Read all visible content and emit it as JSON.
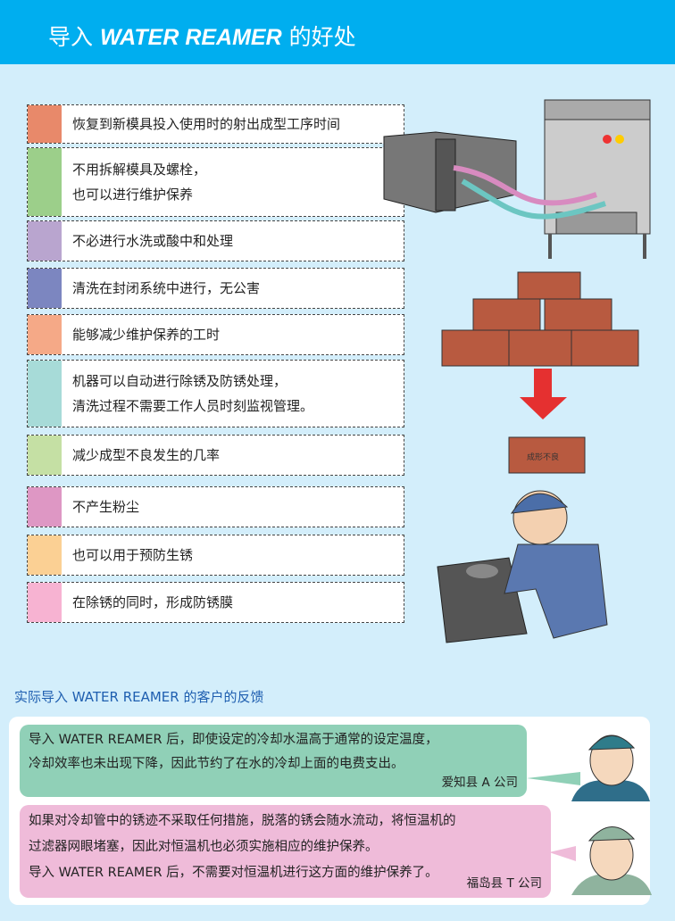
{
  "header": {
    "prefix": "导入 ",
    "brand": "WATER REAMER",
    "suffix": " 的好处"
  },
  "benefits": [
    {
      "text": "恢复到新模具投入使用时的射出成型工序时间",
      "color": "#e8896a"
    },
    {
      "text": "不用拆解模具及螺栓，\n也可以进行维护保养",
      "color": "#9ccf8a"
    },
    {
      "text": "不必进行水洗或酸中和处理",
      "color": "#b9a5cf"
    },
    {
      "text": "清洗在封闭系统中进行，无公害",
      "color": "#7c86c0"
    },
    {
      "text": "能够减少维护保养的工时",
      "color": "#f5a987"
    },
    {
      "text": "机器可以自动进行除锈及防锈处理，\n清洗过程不需要工作人员时刻监视管理。",
      "color": "#a7dbd8"
    },
    {
      "text": "减少成型不良发生的几率",
      "color": "#c5e0a4"
    },
    {
      "text": "不产生粉尘",
      "color": "#de97c4"
    },
    {
      "text": "也可以用于预防生锈",
      "color": "#fbd094"
    },
    {
      "text": "在除锈的同时，形成防锈膜",
      "color": "#f7b3d2"
    }
  ],
  "illustration": {
    "box_label": "成形不良"
  },
  "feedback": {
    "title": "实际导入 WATER REAMER 的客户的反馈",
    "items": [
      {
        "text": "导入 WATER REAMER 后，即使设定的冷却水温高于通常的设定温度，\n冷却效率也未出现下降，因此节约了在水的冷却上面的电费支出。",
        "company": "爱知县 A 公司",
        "color": "#90d0b7"
      },
      {
        "text": "如果对冷却管中的锈迹不采取任何措施，脱落的锈会随水流动，将恒温机的\n过滤器网眼堵塞，因此对恒温机也必须实施相应的维护保养。\n导入 WATER REAMER 后，不需要对恒温机进行这方面的维护保养了。",
        "company": "福岛县 T 公司",
        "color": "#efbbd9"
      }
    ]
  }
}
